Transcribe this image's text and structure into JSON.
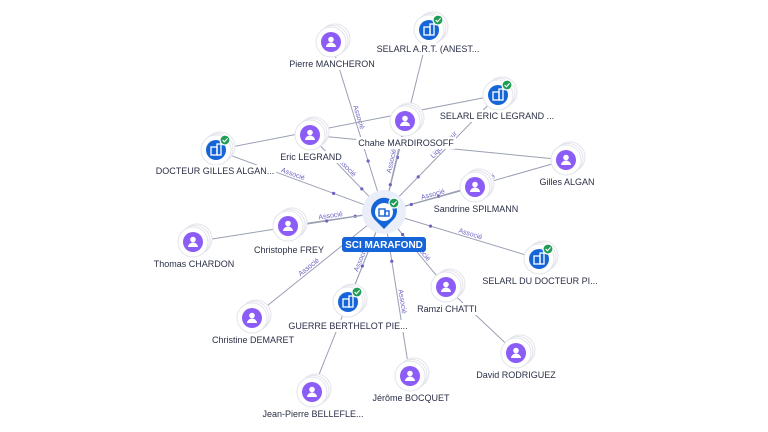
{
  "center": {
    "label": "SCI MARAFOND",
    "icon": "building-icon",
    "verified": true
  },
  "colors": {
    "person": "#8b5cf6",
    "company": "#1565d8",
    "center": "#1565d8",
    "edge": "#9aa0b4",
    "verified": "#1f9d55",
    "edge_label": "#6b63c4",
    "ring": "#e4e4ec"
  },
  "nodes": [
    {
      "id": "pierre-mancheron",
      "type": "person",
      "label": "Pierre MANCHERON"
    },
    {
      "id": "selarl-art",
      "type": "company",
      "label": "SELARL A.R.T. (ANEST...",
      "verified": true
    },
    {
      "id": "selarl-eric-legrand",
      "type": "company",
      "label": "SELARL ERIC LEGRAND ...",
      "verified": true
    },
    {
      "id": "chahe-mardirosoff",
      "type": "person",
      "label": "Chahe MARDIROSOFF"
    },
    {
      "id": "eric-legrand",
      "type": "person",
      "label": "Eric LEGRAND"
    },
    {
      "id": "docteur-gilles-algan",
      "type": "company",
      "label": "DOCTEUR GILLES ALGAN...",
      "verified": true
    },
    {
      "id": "gilles-algan",
      "type": "person",
      "label": "Gilles ALGAN"
    },
    {
      "id": "sandrine-spilmann",
      "type": "person",
      "label": "Sandrine SPILMANN"
    },
    {
      "id": "christophe-frey",
      "type": "person",
      "label": "Christophe FREY"
    },
    {
      "id": "thomas-chardon",
      "type": "person",
      "label": "Thomas CHARDON"
    },
    {
      "id": "selarl-du-docteur",
      "type": "company",
      "label": "SELARL DU DOCTEUR PI...",
      "verified": true
    },
    {
      "id": "ramzi-chatti",
      "type": "person",
      "label": "Ramzi CHATTI"
    },
    {
      "id": "guerre-berthelot",
      "type": "company",
      "label": "GUERRE BERTHELOT PIE...",
      "verified": true
    },
    {
      "id": "christine-demaret",
      "type": "person",
      "label": "Christine DEMARET"
    },
    {
      "id": "david-rodriguez",
      "type": "person",
      "label": "David RODRIGUEZ"
    },
    {
      "id": "jerome-bocquet",
      "type": "person",
      "label": "Jérôme BOCQUET"
    },
    {
      "id": "jean-pierre-bellefle",
      "type": "person",
      "label": "Jean-Pierre BELLEFLE..."
    }
  ],
  "edges": [
    {
      "from": "center",
      "to": "pierre-mancheron",
      "label": "Associé"
    },
    {
      "from": "center",
      "to": "selarl-art",
      "label": ""
    },
    {
      "from": "center",
      "to": "selarl-eric-legrand",
      "label": "Liquidateur"
    },
    {
      "from": "center",
      "to": "chahe-mardirosoff",
      "label": "Associé"
    },
    {
      "from": "center",
      "to": "eric-legrand",
      "label": "Associé"
    },
    {
      "from": "center",
      "to": "docteur-gilles-algan",
      "label": "Associé"
    },
    {
      "from": "center",
      "to": "gilles-algan",
      "label": "Associé"
    },
    {
      "from": "center",
      "to": "sandrine-spilmann",
      "label": "Associé"
    },
    {
      "from": "center",
      "to": "christophe-frey",
      "label": "Associé"
    },
    {
      "from": "center",
      "to": "thomas-chardon",
      "label": ""
    },
    {
      "from": "center",
      "to": "selarl-du-docteur",
      "label": "Associé"
    },
    {
      "from": "center",
      "to": "ramzi-chatti",
      "label": "Associé"
    },
    {
      "from": "center",
      "to": "guerre-berthelot",
      "label": "Associé"
    },
    {
      "from": "center",
      "to": "christine-demaret",
      "label": "Associé"
    },
    {
      "from": "center",
      "to": "jerome-bocquet",
      "label": "Associé"
    },
    {
      "from": "center",
      "to": "jean-pierre-bellefle",
      "label": ""
    },
    {
      "from": "ramzi-chatti",
      "to": "david-rodriguez",
      "label": ""
    },
    {
      "from": "eric-legrand",
      "to": "gilles-algan",
      "label": ""
    },
    {
      "from": "selarl-eric-legrand",
      "to": "docteur-gilles-algan",
      "label": ""
    }
  ]
}
